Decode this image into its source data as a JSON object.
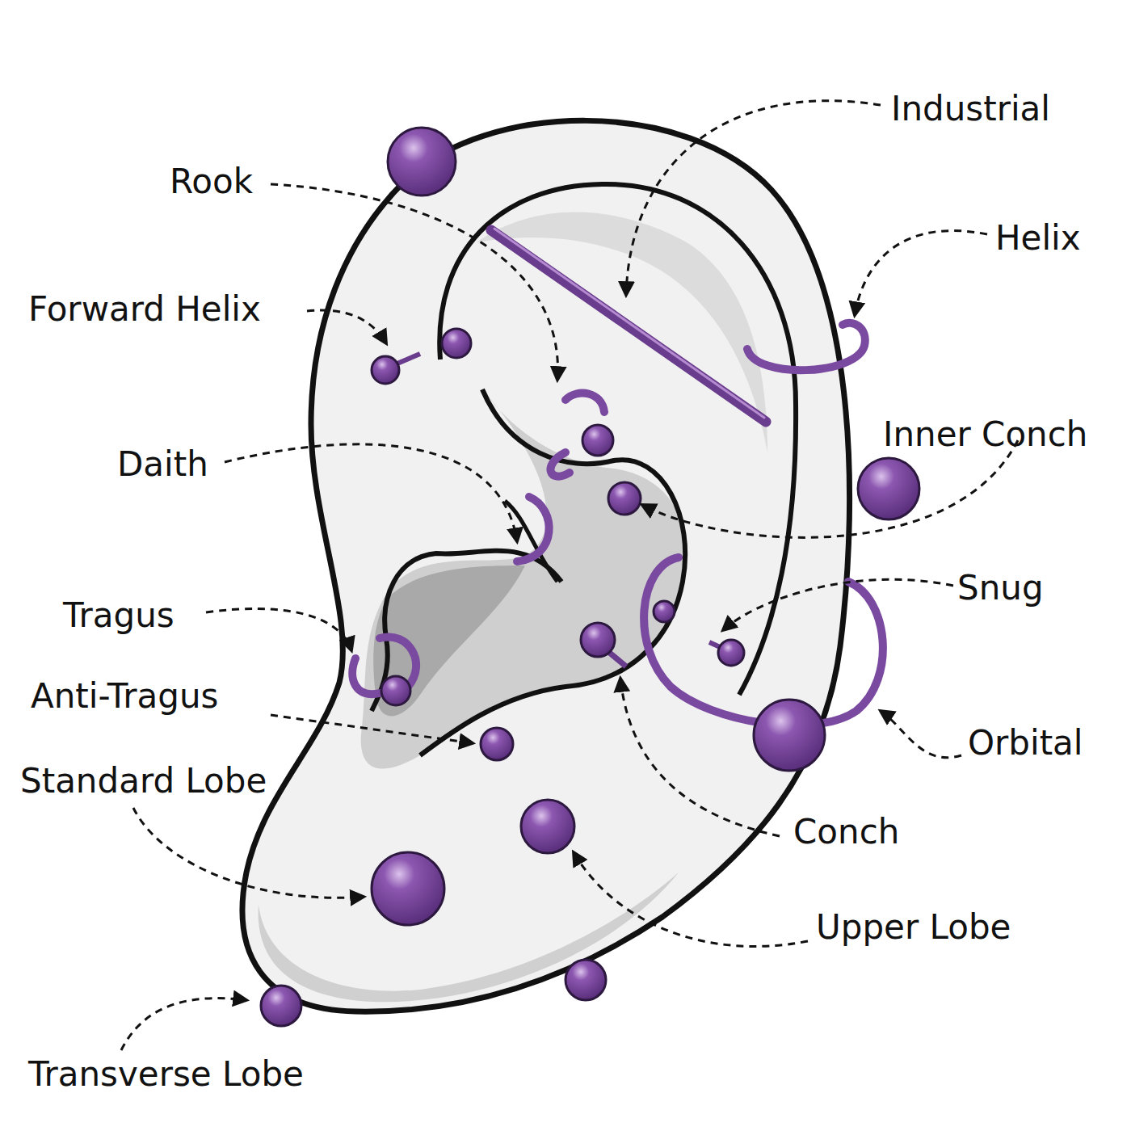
{
  "diagram": {
    "labels": [
      "Industrial",
      "Rook",
      "Helix",
      "Forward Helix",
      "Inner Conch",
      "Daith",
      "Snug",
      "Tragus",
      "Anti-Tragus",
      "Orbital",
      "Standard Lobe",
      "Conch",
      "Upper Lobe",
      "Transverse Lobe"
    ]
  }
}
